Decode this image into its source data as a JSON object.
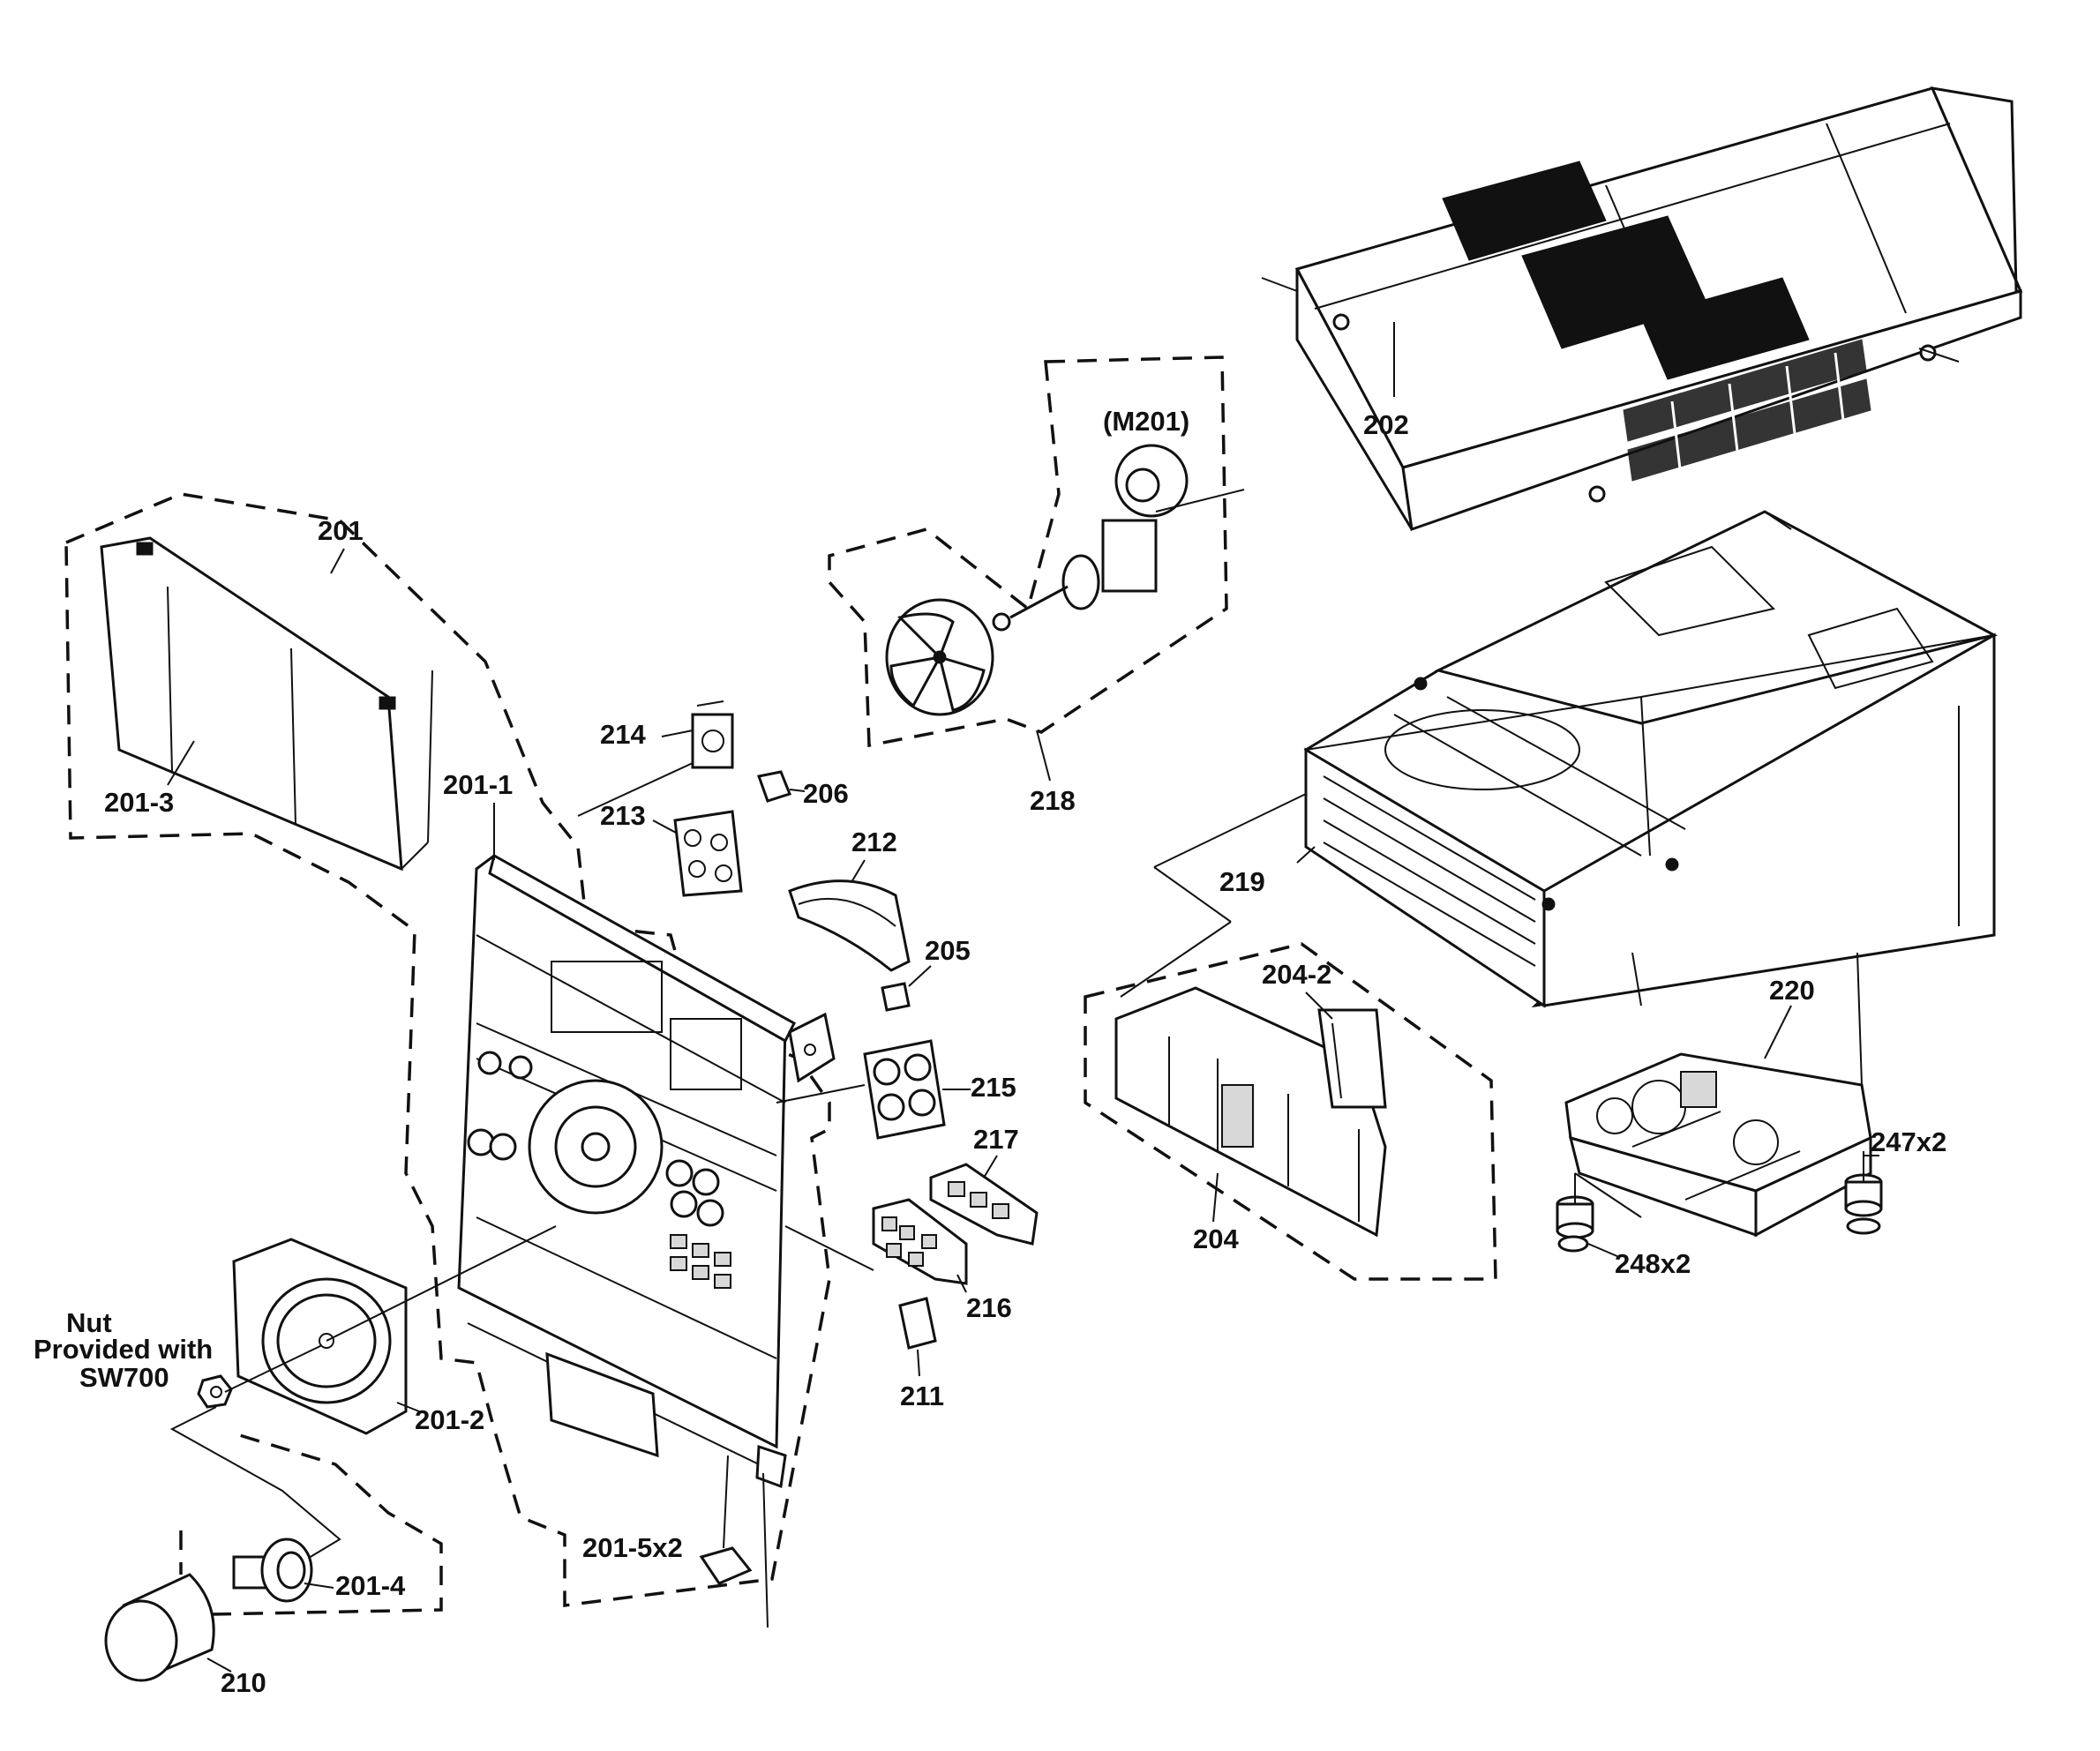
{
  "labels": {
    "p201": "201",
    "p201_1": "201-1",
    "p201_2": "201-2",
    "p201_3": "201-3",
    "p201_4": "201-4",
    "p201_5": "201-5x2",
    "p202": "202",
    "p204": "204",
    "p204_2": "204-2",
    "p205": "205",
    "p206": "206",
    "p210": "210",
    "p211": "211",
    "p212": "212",
    "p213": "213",
    "p214": "214",
    "p215": "215",
    "p216": "216",
    "p217": "217",
    "p218": "218",
    "p219": "219",
    "p220": "220",
    "p247": "247x2",
    "p248": "248x2",
    "m201": "(M201)",
    "nut_line1": "Nut",
    "nut_line2": "Provided with",
    "nut_line3": "SW700"
  },
  "colors": {
    "ink": "#111111",
    "paper": "#ffffff"
  }
}
